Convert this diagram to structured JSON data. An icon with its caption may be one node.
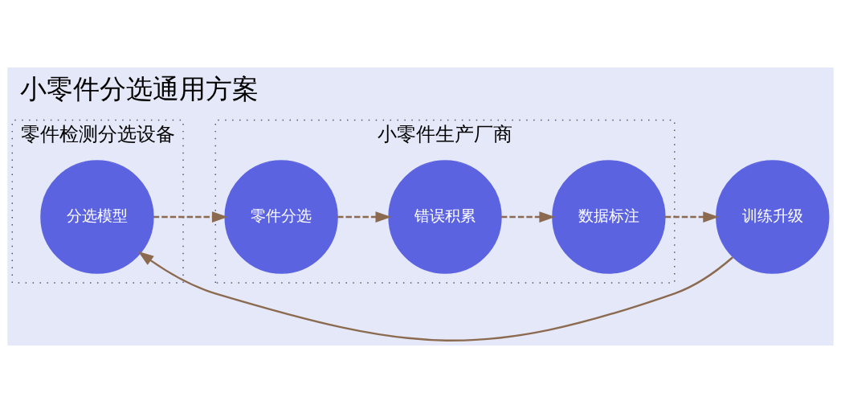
{
  "diagram": {
    "title": "小零件分选通用方案",
    "nodes": [
      {
        "text": [
          "零件检测分选设备"
        ]
      },
      {
        "text": [
          "分选模型"
        ],
        "in": 0
      },
      {
        "text": [
          "小零件生产厂商"
        ]
      },
      {
        "text": [
          "零件分选"
        ],
        "in": 2
      },
      {
        "text": [
          "错误积累"
        ],
        "in": 2
      },
      {
        "text": [
          "数据标注"
        ],
        "in": 2
      },
      {
        "text": [
          "训练升级"
        ]
      }
    ],
    "edges": [
      {
        "from": 1,
        "to": 3,
        "arrow": "to",
        "style": "dashed"
      },
      {
        "from": 3,
        "to": 4,
        "arrow": "to",
        "style": "dashed"
      },
      {
        "from": 4,
        "to": 5,
        "arrow": "to",
        "style": "dashed"
      },
      {
        "from": 5,
        "to": 6,
        "arrow": "to",
        "style": "dashed"
      },
      {
        "from": 6,
        "to": 1,
        "arrow": "to"
      }
    ]
  }
}
